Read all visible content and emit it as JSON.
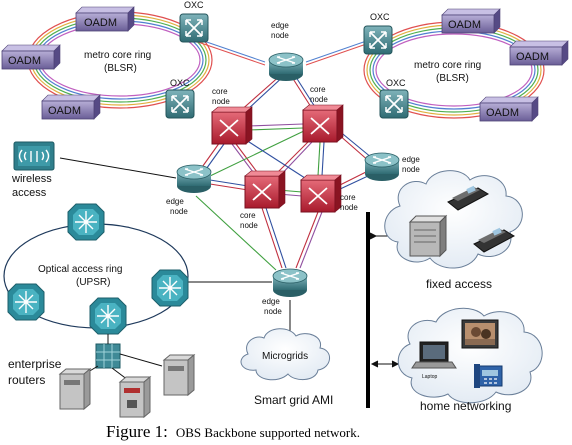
{
  "labels": {
    "oadm": "OADM",
    "oxc": "OXC",
    "metro_ring": "metro core ring",
    "blsr": "(BLSR)",
    "edge": "edge",
    "core": "core",
    "node": "node",
    "wireless_1": "wireless",
    "wireless_2": "access",
    "optical_ring": "Optical access ring",
    "upsr": "(UPSR)",
    "fixed_access": "fixed access",
    "microgrids": "Microgrids",
    "smart_grid": "Smart grid AMI",
    "enterprise_1": "enterprise",
    "enterprise_2": "routers",
    "home_net": "home networking",
    "laptop": "Laptop"
  },
  "caption": {
    "figure": "Figure 1:",
    "text": "OBS Backbone supported network."
  },
  "colors": {
    "edge_router": "#3d7f87",
    "core_router": "#c8283a",
    "oadm": "#8a7fb0",
    "ring_links": [
      "#e05050",
      "#e0b040",
      "#50b050",
      "#5080d0",
      "#c060c0"
    ],
    "mesh_links": [
      "#c03040",
      "#3050a0",
      "#9050a0",
      "#40a040"
    ]
  },
  "icons": [
    "router-icon",
    "optical-switch-icon",
    "server-icon",
    "phone-icon",
    "cloud-icon",
    "laptop-icon",
    "wireless-ap-icon",
    "firewall-icon"
  ]
}
